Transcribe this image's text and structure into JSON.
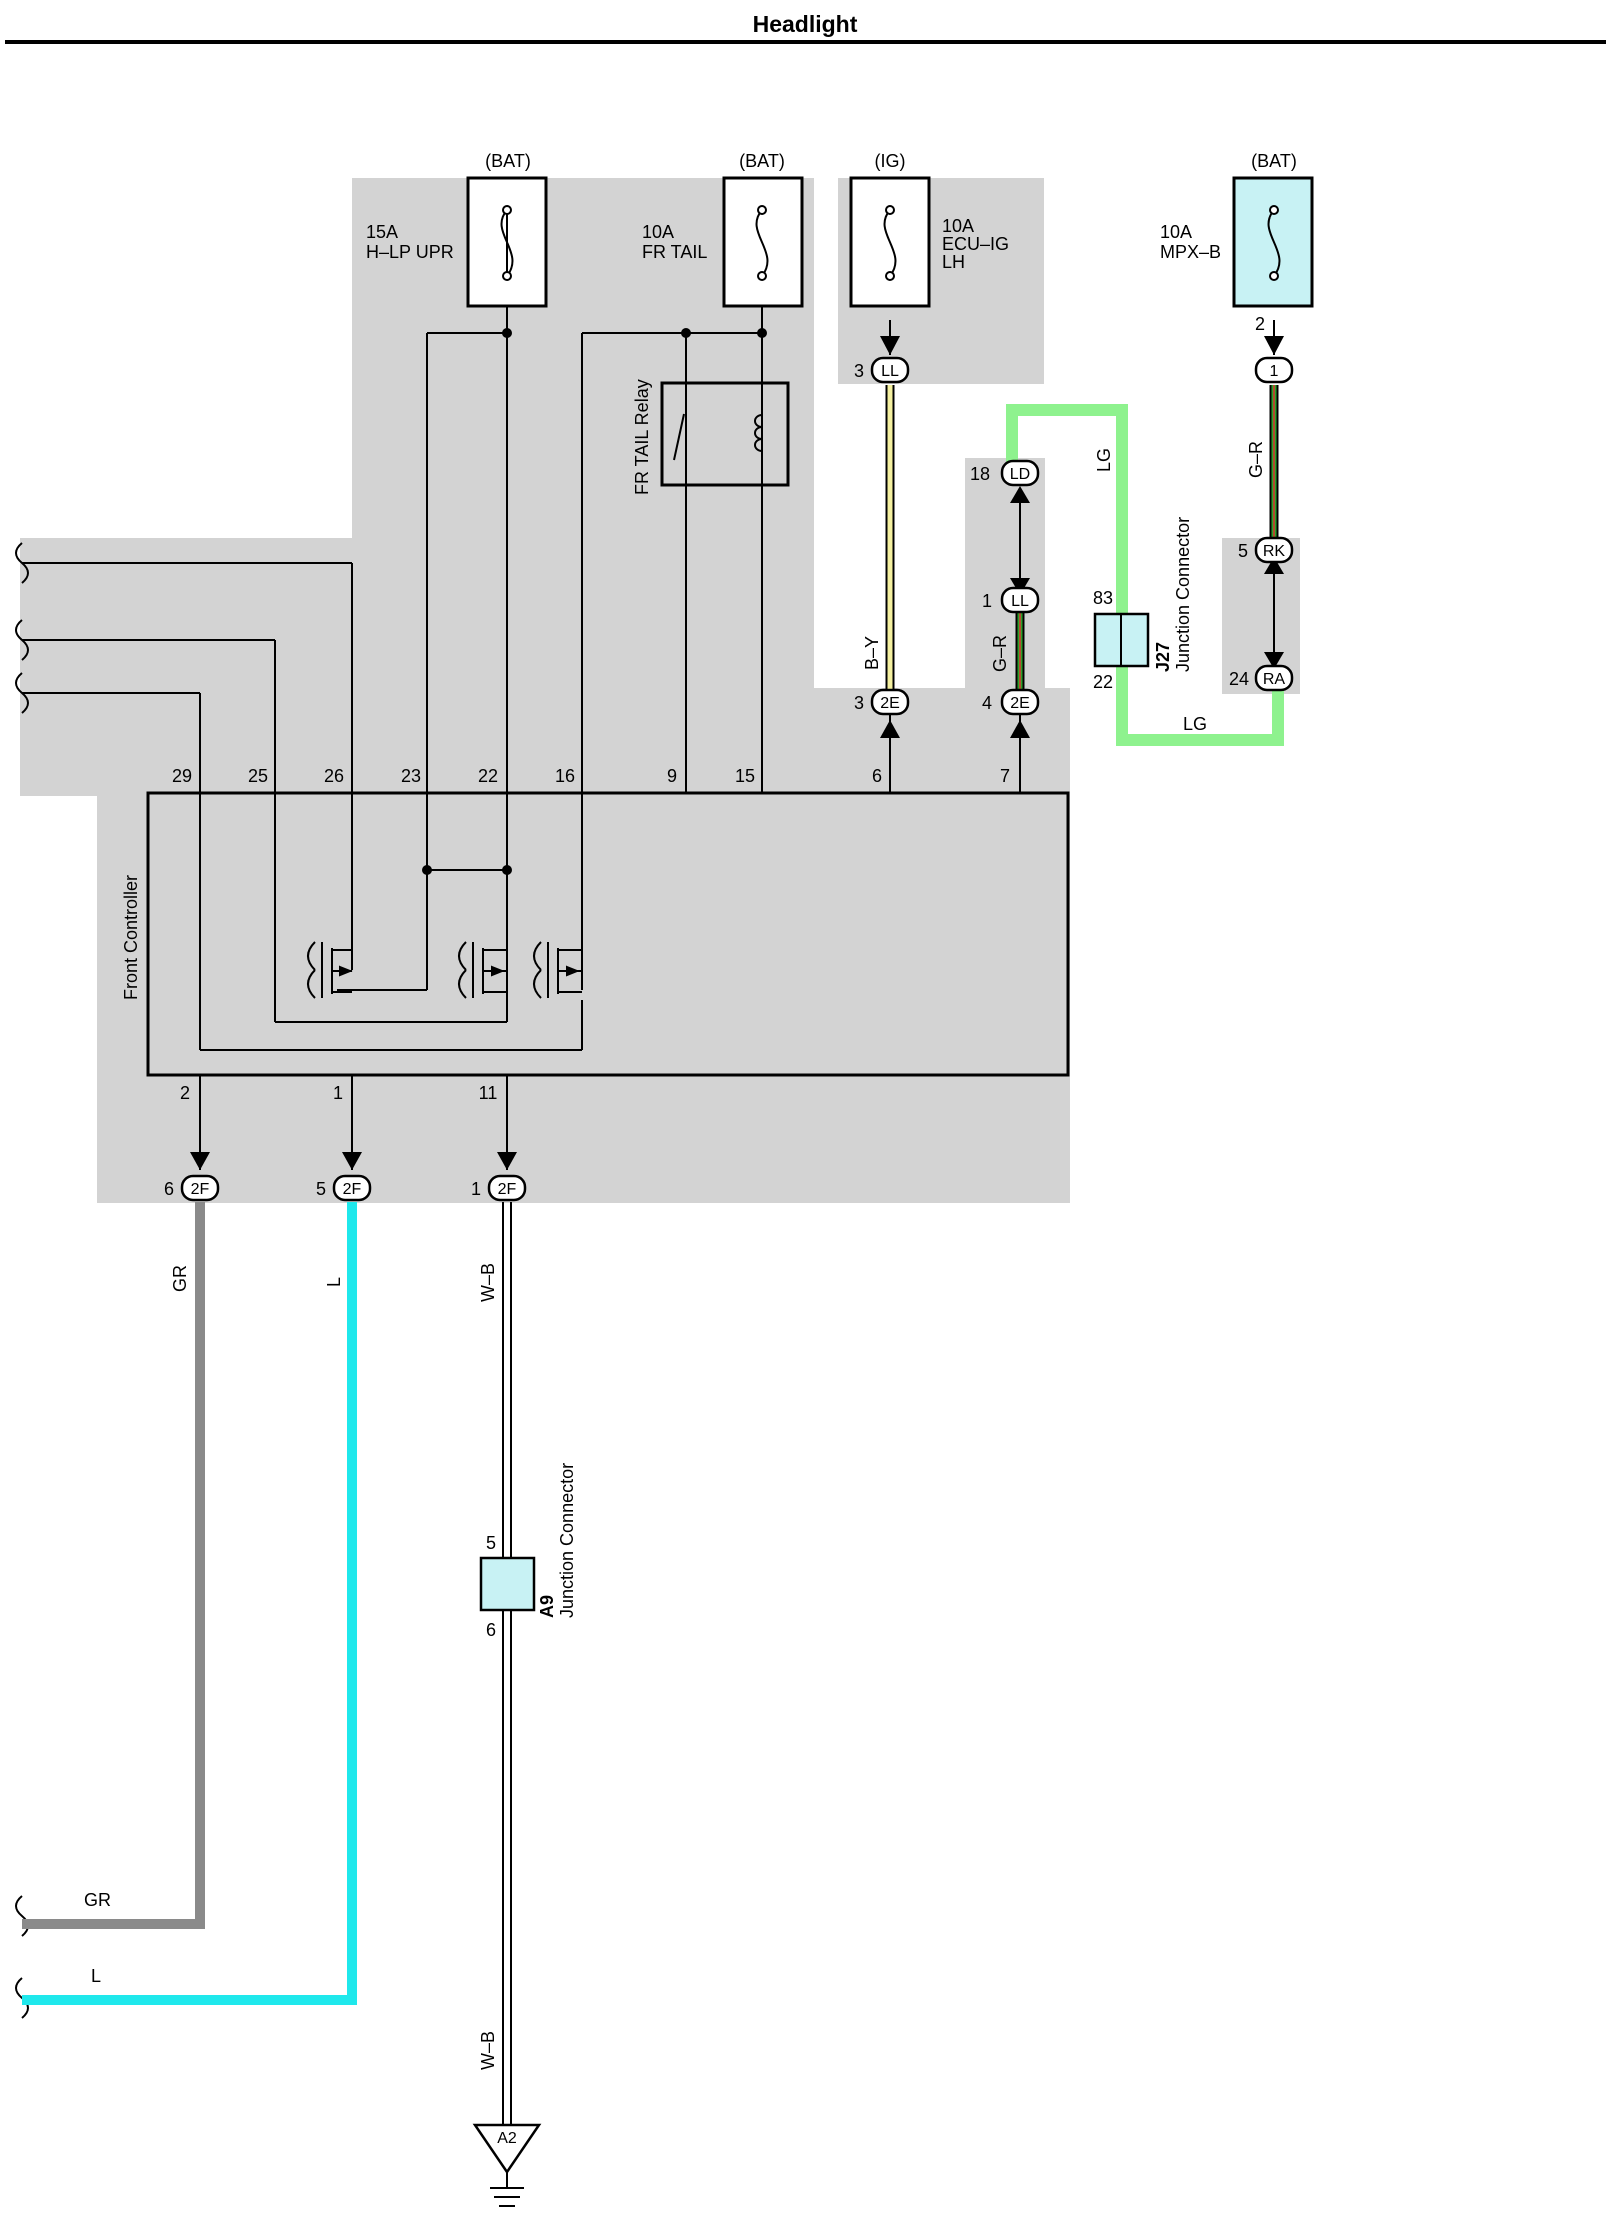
{
  "title": "Headlight",
  "colors": {
    "shade": "#d3d3d3",
    "fuse_fill_mpx": "#c8f2f4",
    "junction_fill": "#c8f2f4",
    "wire_lg": "#8ef28e",
    "wire_l": "#1fe8ec",
    "wire_gr": "#8a8a8a",
    "wire_by_fill": "#f4f0a0",
    "stripe_green": "#2ca02c",
    "stripe_red": "#e03030"
  },
  "fuses": [
    {
      "supply": "(BAT)",
      "rating": "15A",
      "name": "H–LP UPR"
    },
    {
      "supply": "(BAT)",
      "rating": "10A",
      "name": "FR TAIL"
    },
    {
      "supply": "(IG)",
      "rating": "10A",
      "name_line1": "ECU–IG",
      "name_line2": "LH"
    },
    {
      "supply": "(BAT)",
      "rating": "10A",
      "name": "MPX–B",
      "pin": "2"
    }
  ],
  "relay": {
    "label": "FR TAIL Relay"
  },
  "front_controller": {
    "label": "Front Controller",
    "top_pins": [
      "29",
      "25",
      "26",
      "23",
      "22",
      "16",
      "9",
      "15",
      "6",
      "7"
    ],
    "bottom_pins": [
      "2",
      "1",
      "11"
    ]
  },
  "connectors": {
    "ll_top": {
      "code": "LL",
      "pin": "3"
    },
    "ld": {
      "code": "LD",
      "pin": "18"
    },
    "ll_mid": {
      "code": "LL",
      "pin": "1"
    },
    "e2_left": {
      "code": "2E",
      "pin": "3"
    },
    "e2_right": {
      "code": "2E",
      "pin": "4"
    },
    "mpx": {
      "code": "1"
    },
    "rk": {
      "code": "RK",
      "pin": "5"
    },
    "ra": {
      "code": "RA",
      "pin": "24"
    },
    "f2_a": {
      "code": "2F",
      "pin": "6"
    },
    "f2_b": {
      "code": "2F",
      "pin": "5"
    },
    "f2_c": {
      "code": "2F",
      "pin": "1"
    }
  },
  "wires": {
    "by": "B–Y",
    "gr_left": "G–R",
    "gr_right": "G–R",
    "lg_top": "LG",
    "lg_bottom": "LG",
    "gr": "GR",
    "l": "L",
    "wb_top": "W–B",
    "wb_bottom": "W–B",
    "gr_end": "GR",
    "l_end": "L"
  },
  "junctions": {
    "j27": {
      "id": "J27",
      "name": "Junction Connector",
      "pin_top": "83",
      "pin_bottom": "22"
    },
    "a9": {
      "id": "A9",
      "name": "Junction Connector",
      "pin_top": "5",
      "pin_bottom": "6"
    }
  },
  "ground": {
    "code": "A2"
  }
}
